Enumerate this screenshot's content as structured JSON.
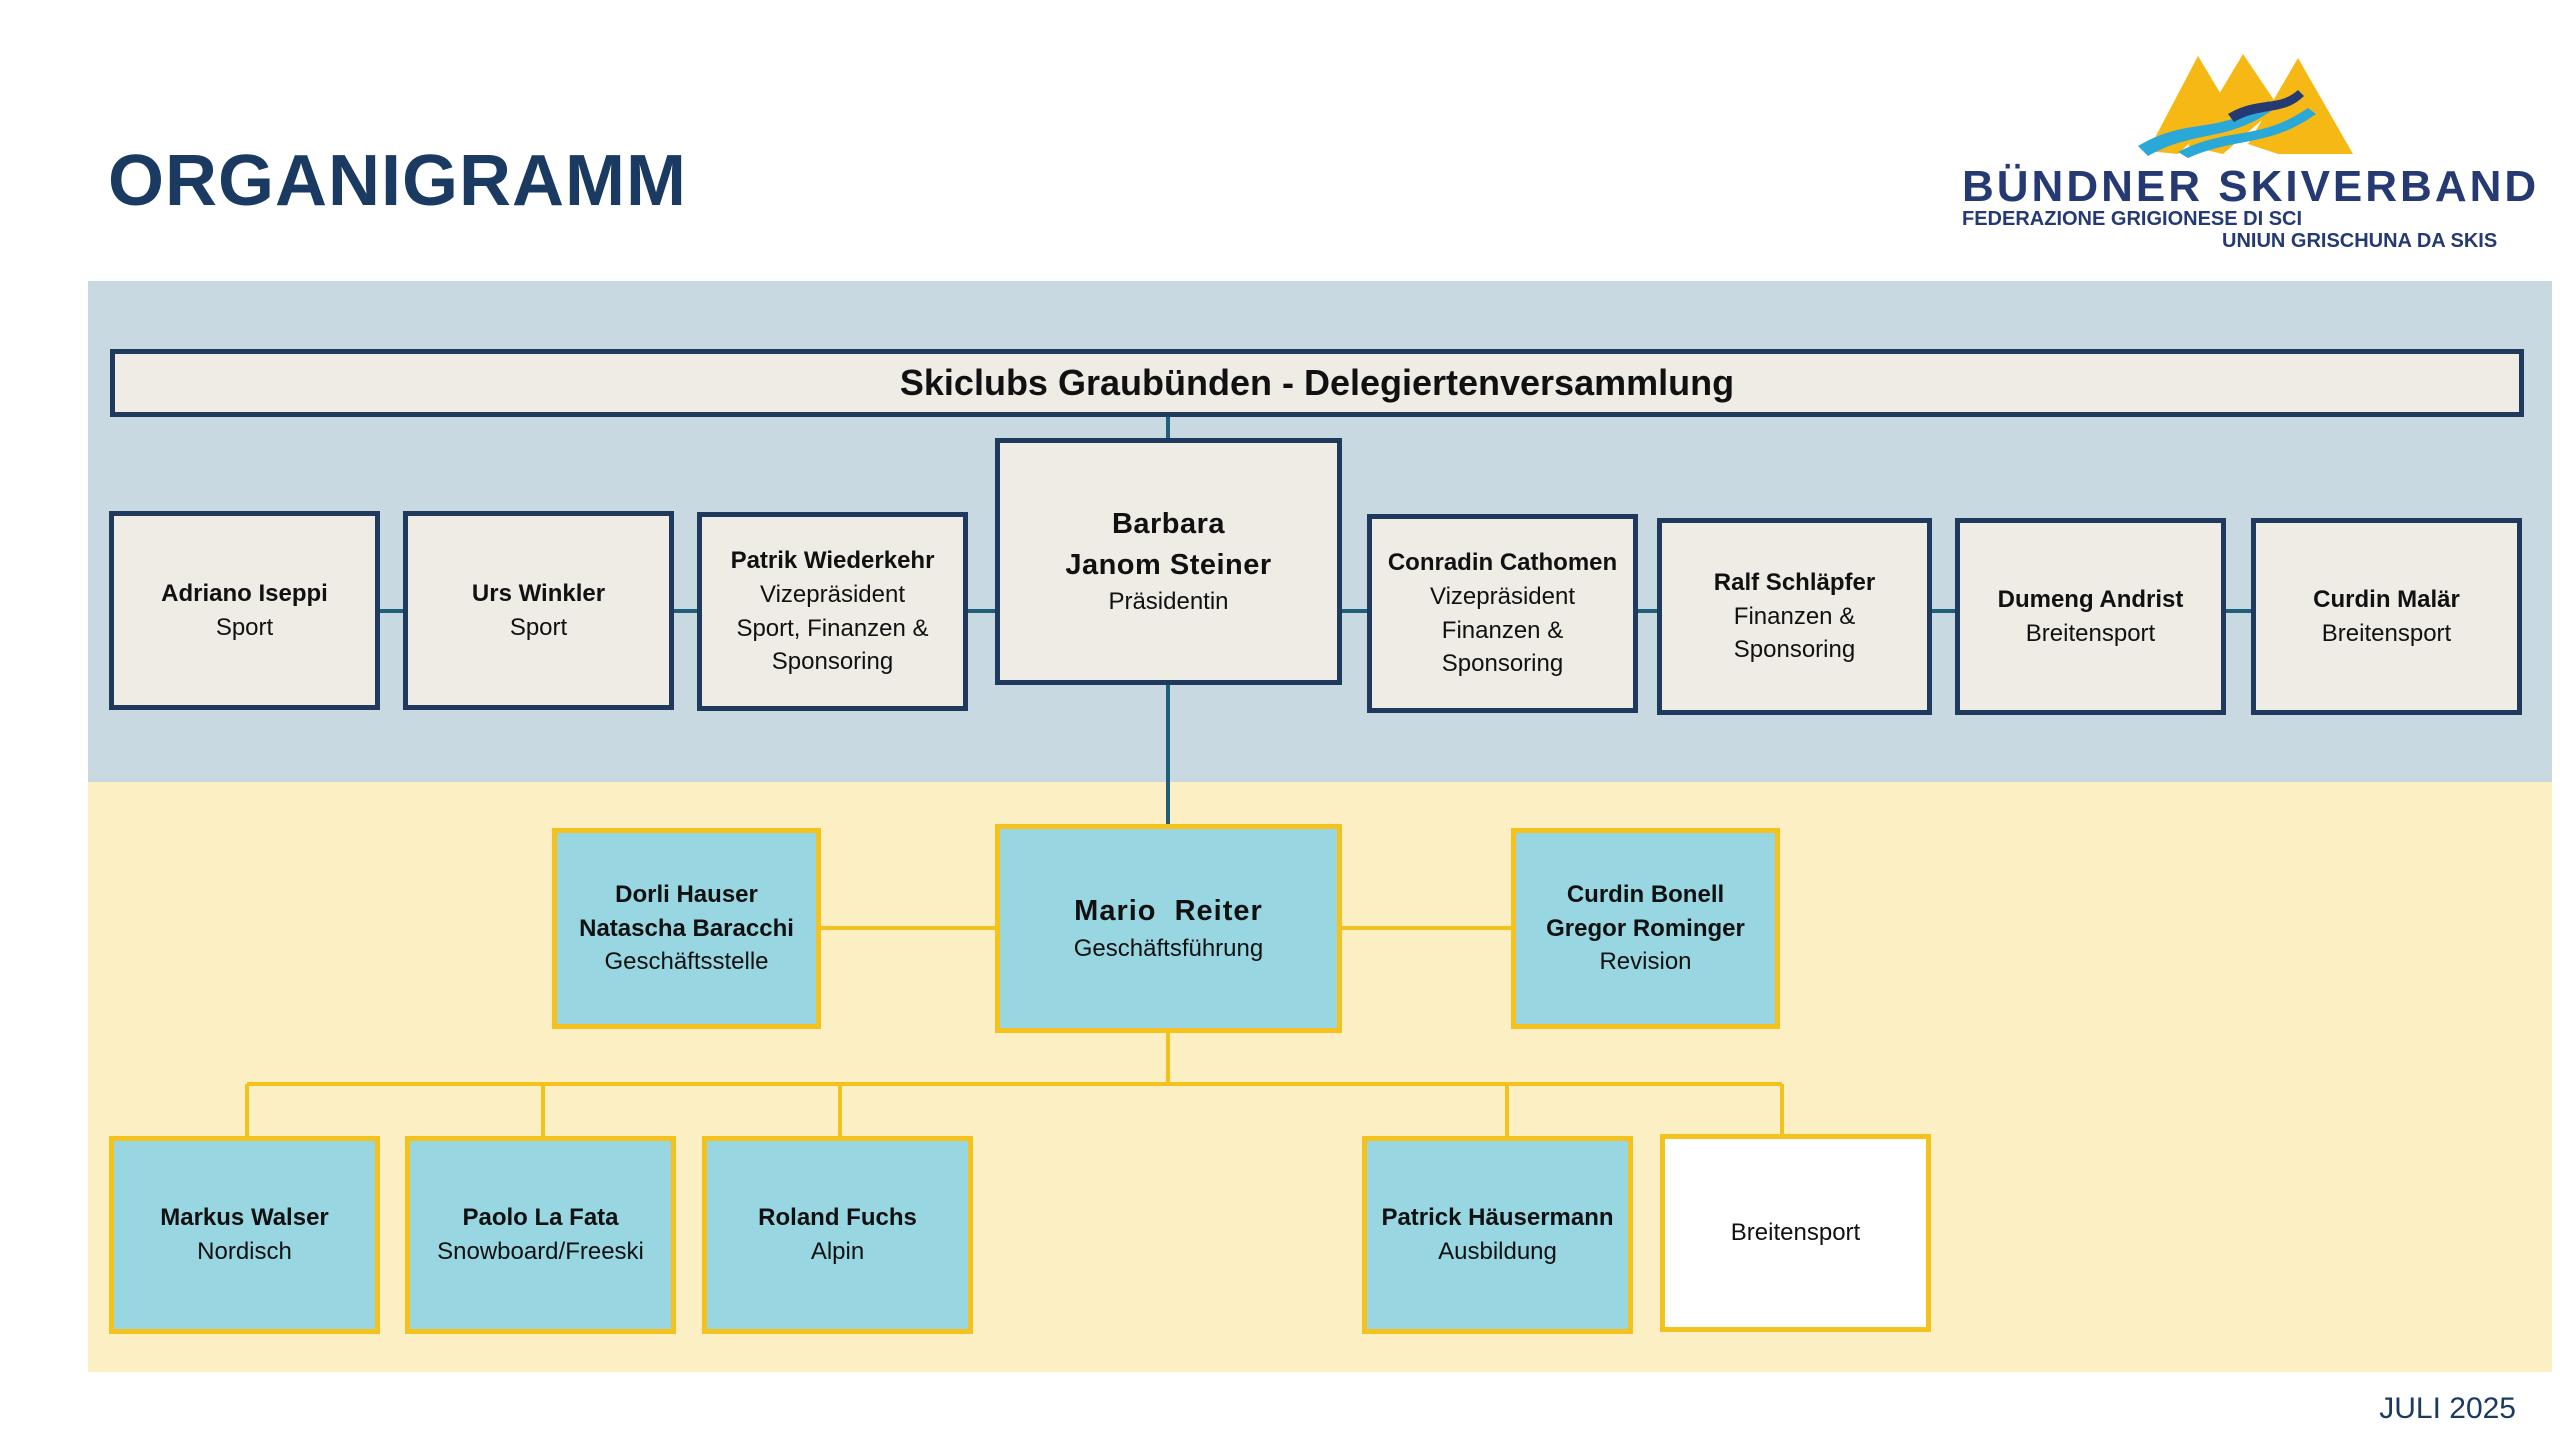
{
  "colors": {
    "title": "#1b3a61",
    "top_band": "#c8d9e2",
    "bottom_band": "#fdefc4",
    "board_border": "#1f3a5c",
    "board_line": "#1f5f7a",
    "office_line": "#f5c11c",
    "logo_yellow": "#f5b815",
    "logo_blue": "#2aa8d8",
    "logo_navy": "#253a72"
  },
  "header": {
    "title": "ORGANIGRAMM",
    "logo": {
      "icon": "mountain-logo-icon",
      "main": "BÜNDNER SKIVERBAND",
      "line1": "FEDERAZIONE GRIGIONESE DI SCI",
      "line2": "UNIUN GRISCHUNA DA SKIS"
    }
  },
  "assembly": "Skiclubs Graubünden - Delegiertenversammlung",
  "president": {
    "name1": "Barbara",
    "name2": "Janom Steiner",
    "role": "Präsidentin"
  },
  "board_left": [
    {
      "name": "Adriano Iseppi",
      "role": "Sport"
    },
    {
      "name": "Urs Winkler",
      "role": "Sport"
    },
    {
      "name": "Patrik Wiederkehr",
      "role1": "Vizepräsident",
      "role2": "Sport, Finanzen &",
      "role3": "Sponsoring"
    }
  ],
  "board_right": [
    {
      "name": "Conradin Cathomen",
      "role1": "Vizepräsident",
      "role2": "Finanzen &",
      "role3": "Sponsoring"
    },
    {
      "name": "Ralf Schläpfer",
      "role1": "Finanzen &",
      "role2": "Sponsoring"
    },
    {
      "name": "Dumeng Andrist",
      "role": "Breitensport"
    },
    {
      "name": "Curdin Malär",
      "role": "Breitensport"
    }
  ],
  "ceo": {
    "name": "Mario  Reiter",
    "role": "Geschäftsführung"
  },
  "office": {
    "name1": "Dorli Hauser",
    "name2": "Natascha Baracchi",
    "role": "Geschäftsstelle"
  },
  "revision": {
    "name1": "Curdin Bonell",
    "name2": "Gregor Rominger",
    "role": "Revision"
  },
  "staff": [
    {
      "name": "Markus Walser",
      "role": "Nordisch"
    },
    {
      "name": "Paolo La Fata",
      "role": "Snowboard/Freeski"
    },
    {
      "name": "Roland Fuchs",
      "role": "Alpin"
    },
    {
      "name": "Patrick Häusermann",
      "role": "Ausbildung"
    }
  ],
  "breitensport_box": "Breitensport",
  "footer": "JULI 2025"
}
